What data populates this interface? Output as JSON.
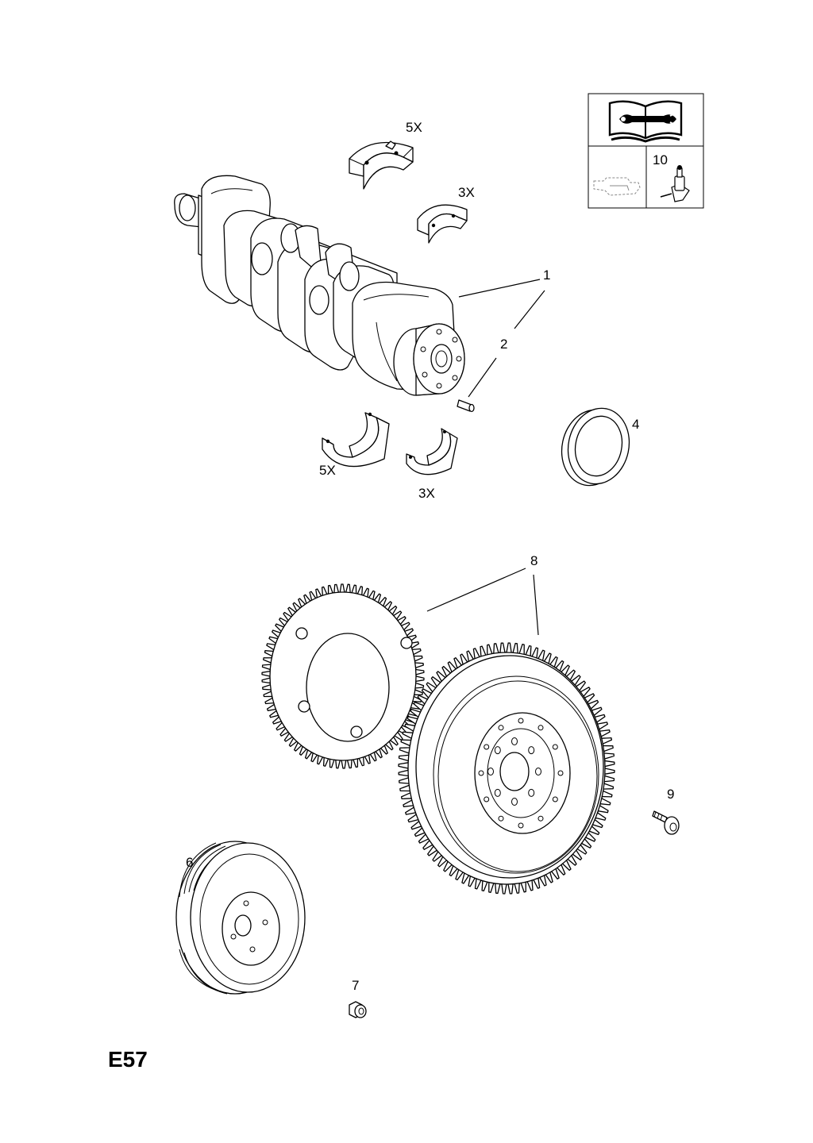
{
  "page_code": "E57",
  "labels": {
    "qty_upper_main": "5X",
    "qty_upper_rod": "3X",
    "qty_lower_main": "5X",
    "qty_lower_rod": "3X",
    "crankshaft": "1",
    "pin": "2",
    "seal": "4",
    "pulley": "6",
    "pulley_bolt": "7",
    "flywheel": "8",
    "flywheel_bolt": "9",
    "sealant": "10"
  }
}
